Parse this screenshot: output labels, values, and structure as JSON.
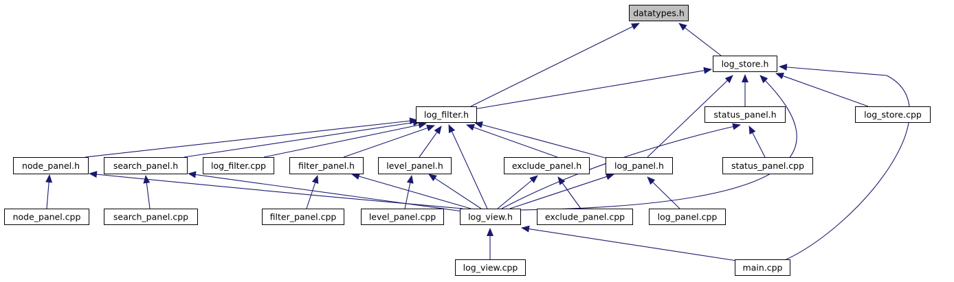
{
  "graph": {
    "colors": {
      "edge": "#191970",
      "node_fill": "#ffffff",
      "focus_fill": "#bfbfbf",
      "border": "#000000"
    },
    "nodes": {
      "datatypes_h": {
        "label": "datatypes.h",
        "focus": true
      },
      "log_store_h": {
        "label": "log_store.h"
      },
      "log_filter_h": {
        "label": "log_filter.h"
      },
      "status_panel_h": {
        "label": "status_panel.h"
      },
      "log_store_cpp": {
        "label": "log_store.cpp"
      },
      "node_panel_h": {
        "label": "node_panel.h"
      },
      "search_panel_h": {
        "label": "search_panel.h"
      },
      "log_filter_cpp": {
        "label": "log_filter.cpp"
      },
      "filter_panel_h": {
        "label": "filter_panel.h"
      },
      "level_panel_h": {
        "label": "level_panel.h"
      },
      "exclude_panel_h": {
        "label": "exclude_panel.h"
      },
      "log_panel_h": {
        "label": "log_panel.h"
      },
      "status_panel_cpp": {
        "label": "status_panel.cpp"
      },
      "node_panel_cpp": {
        "label": "node_panel.cpp"
      },
      "search_panel_cpp": {
        "label": "search_panel.cpp"
      },
      "filter_panel_cpp": {
        "label": "filter_panel.cpp"
      },
      "level_panel_cpp": {
        "label": "level_panel.cpp"
      },
      "log_view_h": {
        "label": "log_view.h"
      },
      "exclude_panel_cpp": {
        "label": "exclude_panel.cpp"
      },
      "log_panel_cpp": {
        "label": "log_panel.cpp"
      },
      "log_view_cpp": {
        "label": "log_view.cpp"
      },
      "main_cpp": {
        "label": "main.cpp"
      }
    },
    "edges": [
      {
        "from": "log_store_h",
        "to": "datatypes_h"
      },
      {
        "from": "log_filter_h",
        "to": "datatypes_h"
      },
      {
        "from": "log_filter_h",
        "to": "log_store_h"
      },
      {
        "from": "log_panel_h",
        "to": "log_store_h"
      },
      {
        "from": "status_panel_h",
        "to": "log_store_h"
      },
      {
        "from": "log_view_h",
        "to": "log_store_h"
      },
      {
        "from": "log_store_cpp",
        "to": "log_store_h"
      },
      {
        "from": "main_cpp",
        "to": "log_store_h"
      },
      {
        "from": "node_panel_h",
        "to": "log_filter_h"
      },
      {
        "from": "search_panel_h",
        "to": "log_filter_h"
      },
      {
        "from": "log_filter_cpp",
        "to": "log_filter_h"
      },
      {
        "from": "filter_panel_h",
        "to": "log_filter_h"
      },
      {
        "from": "level_panel_h",
        "to": "log_filter_h"
      },
      {
        "from": "log_view_h",
        "to": "log_filter_h"
      },
      {
        "from": "exclude_panel_h",
        "to": "log_filter_h"
      },
      {
        "from": "log_panel_h",
        "to": "log_filter_h"
      },
      {
        "from": "log_view_h",
        "to": "status_panel_h"
      },
      {
        "from": "status_panel_cpp",
        "to": "status_panel_h"
      },
      {
        "from": "node_panel_cpp",
        "to": "node_panel_h"
      },
      {
        "from": "log_view_h",
        "to": "node_panel_h"
      },
      {
        "from": "search_panel_cpp",
        "to": "search_panel_h"
      },
      {
        "from": "log_view_h",
        "to": "search_panel_h"
      },
      {
        "from": "filter_panel_cpp",
        "to": "filter_panel_h"
      },
      {
        "from": "log_view_h",
        "to": "filter_panel_h"
      },
      {
        "from": "level_panel_cpp",
        "to": "level_panel_h"
      },
      {
        "from": "log_view_h",
        "to": "level_panel_h"
      },
      {
        "from": "log_view_h",
        "to": "exclude_panel_h"
      },
      {
        "from": "exclude_panel_cpp",
        "to": "exclude_panel_h"
      },
      {
        "from": "log_view_h",
        "to": "log_panel_h"
      },
      {
        "from": "log_panel_cpp",
        "to": "log_panel_h"
      },
      {
        "from": "log_view_cpp",
        "to": "log_view_h"
      },
      {
        "from": "main_cpp",
        "to": "log_view_h"
      }
    ]
  }
}
